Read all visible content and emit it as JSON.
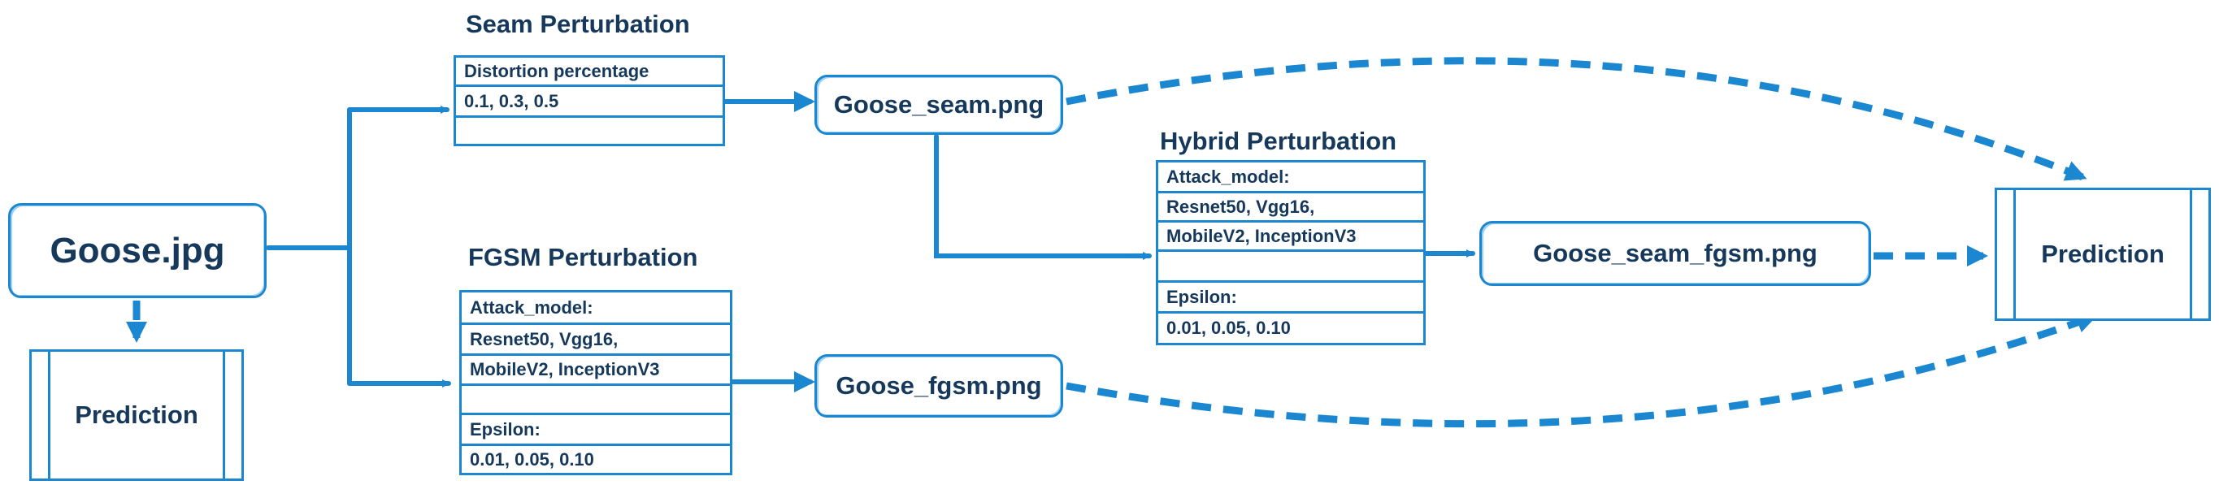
{
  "colors": {
    "line": "#1a87d0",
    "text": "#16395b",
    "sketch": "#9fd0ef"
  },
  "source": {
    "label": "Goose.jpg"
  },
  "prediction_left": {
    "label": "Prediction"
  },
  "prediction_right": {
    "label": "Prediction"
  },
  "seam": {
    "title": "Seam Perturbation",
    "rows": [
      "Distortion percentage",
      "0.1, 0.3, 0.5",
      ""
    ],
    "output": "Goose_seam.png"
  },
  "fgsm": {
    "title": "FGSM Perturbation",
    "rows": [
      "Attack_model:",
      "Resnet50, Vgg16,",
      "MobileV2, InceptionV3",
      "",
      "Epsilon:",
      "0.01, 0.05, 0.10"
    ],
    "output": "Goose_fgsm.png"
  },
  "hybrid": {
    "title": "Hybrid Perturbation",
    "rows": [
      "Attack_model:",
      "Resnet50, Vgg16,",
      "MobileV2, InceptionV3",
      "",
      "Epsilon:",
      "0.01, 0.05, 0.10"
    ],
    "output": "Goose_seam_fgsm.png"
  }
}
